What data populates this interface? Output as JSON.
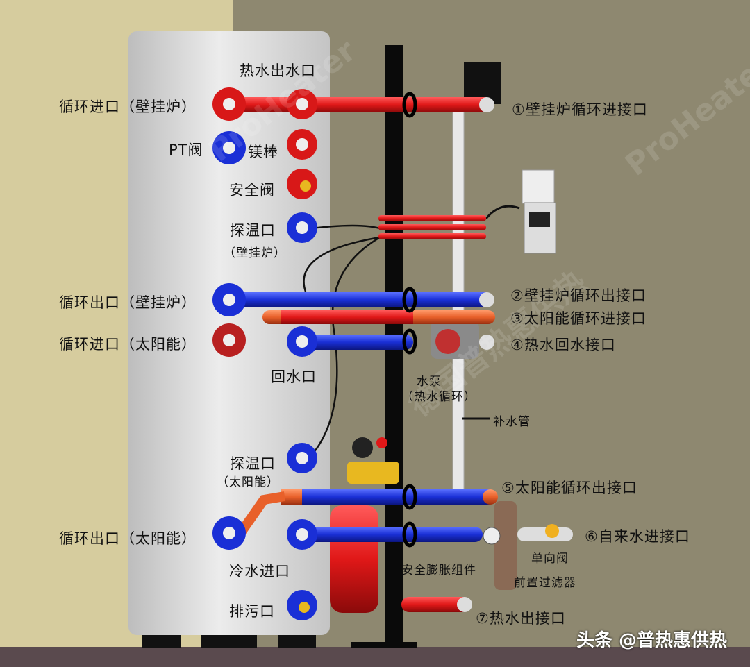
{
  "labels": {
    "hot_outlet": "热水出水口",
    "boiler_loop_in": "循环进口（壁挂炉）",
    "pt_valve": "PT阀",
    "anode_rod": "镁棒",
    "safety_valve": "安全阀",
    "sensor_port_boiler": "探温口",
    "sensor_port_boiler_sub": "（壁挂炉）",
    "boiler_loop_out": "循环出口（壁挂炉）",
    "solar_loop_in": "循环进口（太阳能）",
    "return_port": "回水口",
    "pump": "水泵",
    "pump_sub": "（热水循环）",
    "makeup_pipe": "补水管",
    "sensor_port_solar": "探温口",
    "sensor_port_solar_sub": "（太阳能）",
    "solar_loop_out": "循环出口（太阳能）",
    "cold_inlet": "冷水进口",
    "expansion_kit": "安全膨胀组件",
    "check_valve": "单向阀",
    "prefilter": "前置过滤器",
    "drain": "排污口"
  },
  "connections": [
    "①壁挂炉循环进接口",
    "②壁挂炉循环出接口",
    "③太阳能循环进接口",
    "④热水回水接口",
    "⑤太阳能循环出接口",
    "⑥自来水进接口",
    "⑦热水出接口"
  ],
  "credit": "头条 @普热惠供热",
  "watermark": [
    "ProHeater",
    "德国普热惠供热"
  ],
  "colors": {
    "hot": "#e01818",
    "cold": "#1a2fd6",
    "solar": "#e8602a",
    "tank": "#dcdcdc",
    "wall": "#8e8870"
  }
}
